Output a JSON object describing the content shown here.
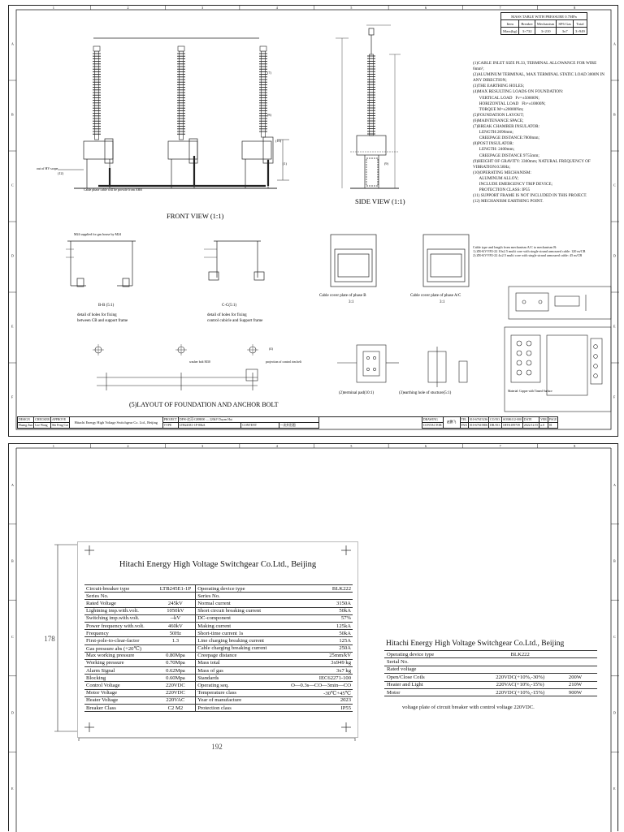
{
  "sheet1": {
    "grid_cols": [
      "1",
      "2",
      "3",
      "4",
      "5",
      "6",
      "7",
      "8"
    ],
    "grid_rows": [
      "A",
      "B",
      "C",
      "D",
      "E",
      "F"
    ],
    "mass_table": {
      "title": "MASS TABLE WITH PRESSURE 0.7MPa",
      "headers": [
        "Item",
        "Breaker",
        "Mechanism",
        "SF6 Gas",
        "Total"
      ],
      "row": [
        "Mass(kg)",
        "3×732",
        "3×210",
        "3x7",
        "3×949"
      ]
    },
    "notes": [
      "(1)CABLE INLET SIZE PL33, TERMINAL ALLOWANCE FOR WIRE",
      "6mm²;",
      "(2)ALUMINUM TERMINAL, MAX TERMINAL STATIC LOAD 3000N IN",
      "ANY DIRECTION;",
      "(3)THE EARTHING HOLES;",
      "(4)MAX RESULTING LOADS ON FOUNDATION:",
      "      VERTICAL LOAD   Fv=±50000N;",
      "      HORIZONTAL LOAD   Fh=±10000N;",
      "      TORQUE M=±20000Nm;",
      "(5)FOUNDATION LAYOUT;",
      "(6)MAINTENANCE SPACE;",
      "(7)BREAK CHAMBER INSULATOR:",
      "      LENGTH:2096mm;",
      "      CREEPAGE DISTANCE:7800mm;",
      "(8)POST INSULATOR:",
      "      LENGTH: 2400mm;",
      "      CREEPAGE DISTANCE 9755mm;",
      "(9)HEIGHT OF GRAVITY: 3300mm; NATURAL FREQUENCY OF",
      "VIBRATION:0.58Hz;",
      "(10)OPERATING MECHANISM:",
      "      ALUMINUM ALLOY;",
      "      INCLUDE EMERGENCY TRIP DEVICE;",
      "      PROTECTION CLASS: IP55",
      "(11) SUPPORT FRAME IS NOT INCLUDED IN THIS PROJECT.",
      "(12) MECHANISM EARTHING POINT."
    ],
    "cable_notes": [
      "Cable type and length from mechanism A/C to mechanism B:",
      "1) ZR-KVVP2-22 10x2.5 multi core with single strand armoured cable: 120 m/CB",
      "2) ZR-KVVP2-22 4x2.5 multi core with single strand armoured cable: 45 m/CB"
    ],
    "labels": {
      "front_view": "FRONT VIEW (1:1)",
      "side_view": "SIDE VIEW (1:1)",
      "out_of_scope": "out of HV scope",
      "cable_note": "Cable phase cable will be provide from ABB",
      "m24_note": "M24 supplied for gas house by M24",
      "bb": "B-B (5:1)",
      "bb_desc1": "detail of holes for fixing",
      "bb_desc2": "between CB and support frame",
      "cc": "C-C(5:1)",
      "cc_desc1": "detail of holes for fixing",
      "cc_desc2": "control cubicle and Support frame",
      "cover_b": "Cable cover plate of phase B",
      "cover_b_scale": "3:1",
      "cover_ac": "Cable cover plate of phase A/C",
      "cover_ac_scale": "3:1",
      "terminal_pad": "(2)terminal pad(10:1)",
      "earthing": "(3)earthing hole of stucture(5:1)",
      "layout": "(5)LAYOUT OF FOUNDATION AND ANCHOR BOLT",
      "washer": "washer bolt M30",
      "projection": "projection of control rim helt",
      "material": "Material: Copper with Tinned Surface",
      "callouts": [
        "(7)",
        "(8)",
        "(10)",
        "(1)",
        "(12)",
        "(9)",
        "(4)"
      ]
    },
    "title_block": {
      "left": [
        [
          "DESIGN",
          "CHECKER",
          "APPROVE"
        ],
        [
          "Huang Zun",
          "Lee Wang",
          "Shi Feng Cai"
        ]
      ],
      "company": "Hitachi Energy High Voltage Switchgear Co. Ltd., Beijing",
      "project_label": "PROJECT",
      "project": "DFW-红河-GH8000 — 220kV Duyen Hai",
      "type_label": "TYPE",
      "type": "LTB245E1-1P-80kA",
      "content_label": "CONTENT",
      "content": "一次外形图",
      "drawing_label": "DRAWING",
      "contactor_label": "CONTACTOR",
      "contact_name": "赵鹏飞",
      "tel_label": "TEL",
      "tel": "010-67615236",
      "fax_label": "FAX",
      "fax": "010-67615806",
      "cono_label": "CO.NO.",
      "cono": "SO386112-000",
      "drno_label": "DR.NO.",
      "drno": "1HYA189739",
      "date_label": "DATE",
      "date": "2022/12/15",
      "ver_label": "VER",
      "ver": "a.0",
      "page_label": "PAGE",
      "page": "01"
    }
  },
  "sheet2": {
    "grid_cols": [
      "1",
      "2",
      "3",
      "4",
      "5",
      "6",
      "7",
      "8"
    ],
    "grid_rows": [
      "A",
      "B",
      "C",
      "D",
      "E",
      "F"
    ],
    "dim_height": "178",
    "dim_width": "192",
    "plate1": {
      "title": "Hitachi Energy High Voltage Switchgear Co.Ltd., Beijing",
      "rows": [
        [
          "Circuit-breaker type",
          "LTB245E1-1P",
          "Operating device type",
          "BLK222"
        ],
        [
          "Series No.",
          "",
          "Series No.",
          ""
        ],
        [
          "Rated Voltage",
          "245kV",
          "Normal current",
          "3150A"
        ],
        [
          "Lightning imp.with.volt.",
          "1050kV",
          "Short circuit breaking current",
          "50kA"
        ],
        [
          "Switching imp.with.volt.",
          "--kV",
          "DC-component",
          "57%"
        ],
        [
          "Power frequency with.volt.",
          "460kV",
          "Making current",
          "125kA"
        ],
        [
          "Frequency",
          "50Hz",
          "Short-time current          1s",
          "50kA"
        ],
        [
          "First-pole-to-clear-factor",
          "1.3",
          "Line charging breaking current",
          "125A"
        ],
        [
          "Gas pressure  abs (+20℃)",
          "",
          "Cable charging breaking current",
          "250A"
        ],
        [
          "  Max working pressure",
          "0.80Mpa",
          "Creepage distance",
          "25mm/kV"
        ],
        [
          "  Working pressure",
          "0.70Mpa",
          "Mass total",
          "3x949  kg"
        ],
        [
          "  Alarm Signal",
          "0.62Mpa",
          "Mass of gas",
          "3x7  kg"
        ],
        [
          "  Blocking",
          "0.60Mpa",
          "Standards",
          "IEC62271-100"
        ],
        [
          "Control Voltage",
          "220VDC",
          "Operating seq.",
          "O—0.3s—CO—3min—CO"
        ],
        [
          "Motor Voltage",
          "220VDC",
          "Temperature class",
          "-30℃+45℃"
        ],
        [
          "Heater Voltage",
          "220VAC",
          "Year of manufacture",
          "2023"
        ],
        [
          "Breaker Class",
          "C2 M2",
          "Protection class",
          "IP55"
        ]
      ]
    },
    "plate2": {
      "title": "Hitachi Energy High Voltage Switchgear Co.Ltd., Beijing",
      "rows": [
        [
          "Operating device type",
          "BLK222",
          ""
        ],
        [
          "Serial No.",
          "",
          ""
        ],
        [
          "Rated voltage",
          "",
          ""
        ],
        [
          "Open/Close Coils",
          "220VDC(+10%,-30%)",
          "200W"
        ],
        [
          "Heater and Light",
          "220VAC(+10%,-15%)",
          "210W"
        ],
        [
          "Motor",
          "220VDC(+10%,-15%)",
          "900W"
        ]
      ],
      "caption": "voltage plate of circuit breaker with control voltage 220VDC."
    }
  }
}
